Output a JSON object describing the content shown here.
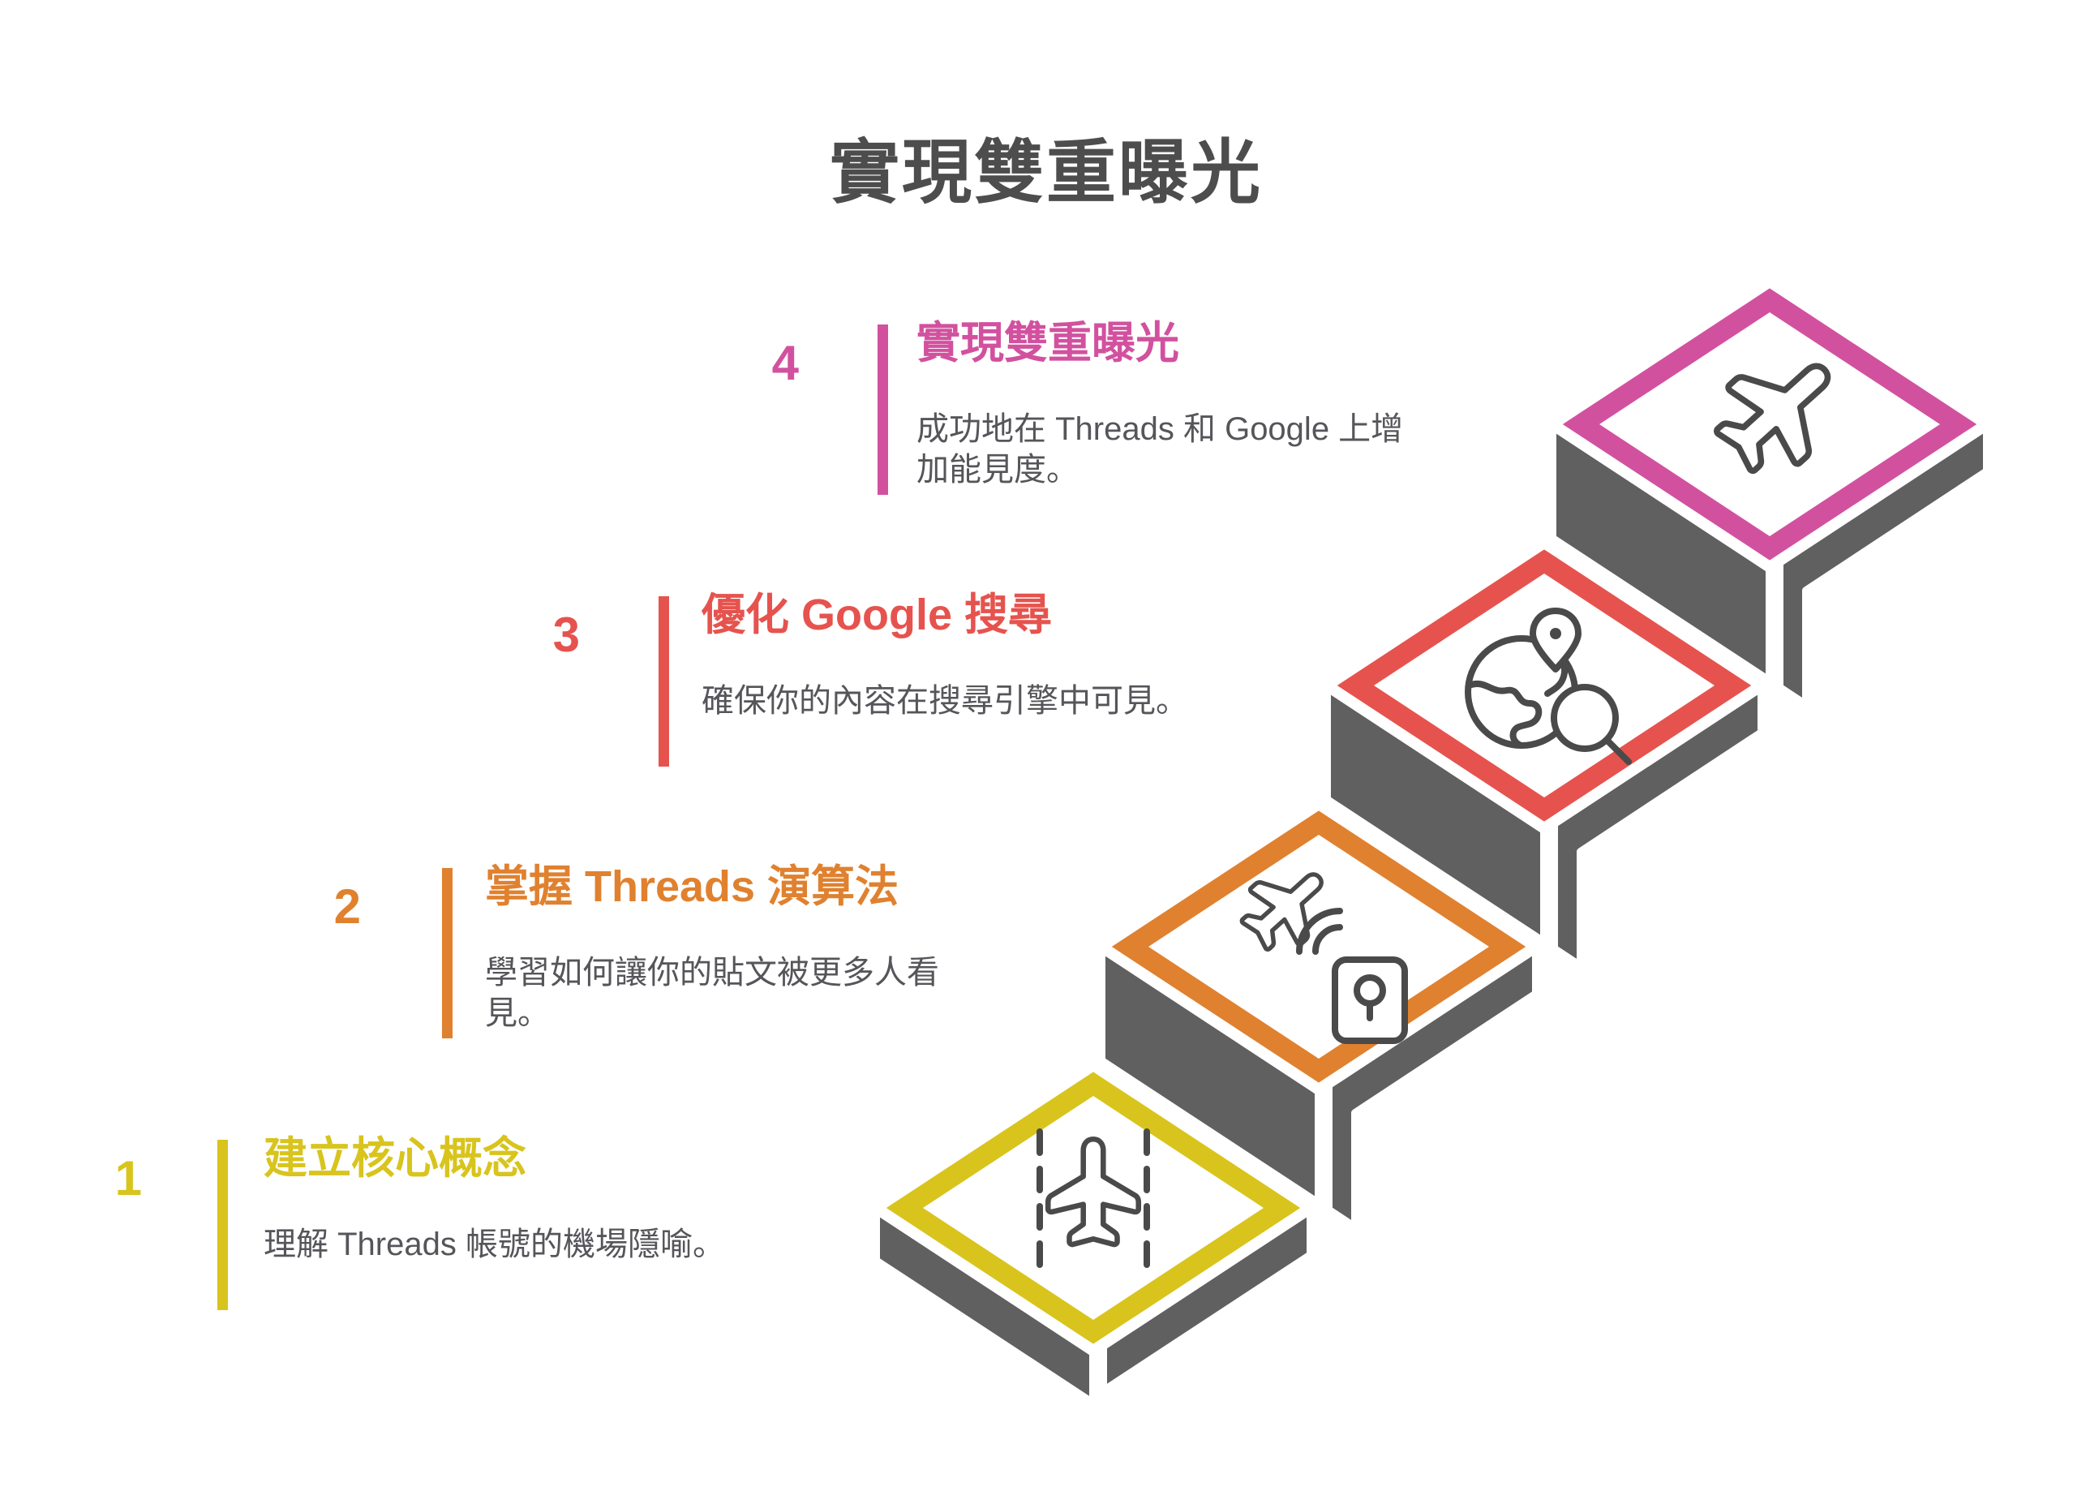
{
  "title": "實現雙重曝光",
  "palette": {
    "yellow": "#D8C41D",
    "orange": "#E0812F",
    "red": "#E6534E",
    "pink": "#D2519F",
    "block_gray": "#606060",
    "icon_gray": "#4A4A4A",
    "title_gray": "#4D4D4D",
    "desc_gray": "#55555A"
  },
  "steps": [
    {
      "num": "1",
      "label": "建立核心概念",
      "desc": "理解 Threads 帳號的機場隱喻。",
      "color": "#D8C41D",
      "icon": "runway-plane-icon"
    },
    {
      "num": "2",
      "label": "掌握 Threads 演算法",
      "desc": "學習如何讓你的貼文被更多人看見。",
      "color": "#E0812F",
      "icon": "plane-wifi-lock-icon"
    },
    {
      "num": "3",
      "label": "優化 Google 搜尋",
      "desc": "確保你的內容在搜尋引擎中可見。",
      "color": "#E6534E",
      "icon": "globe-pin-search-icon"
    },
    {
      "num": "4",
      "label": "實現雙重曝光",
      "desc": "成功地在 Threads 和 Google 上增加能見度。",
      "color": "#D2519F",
      "icon": "plane-takeoff-icon"
    }
  ]
}
